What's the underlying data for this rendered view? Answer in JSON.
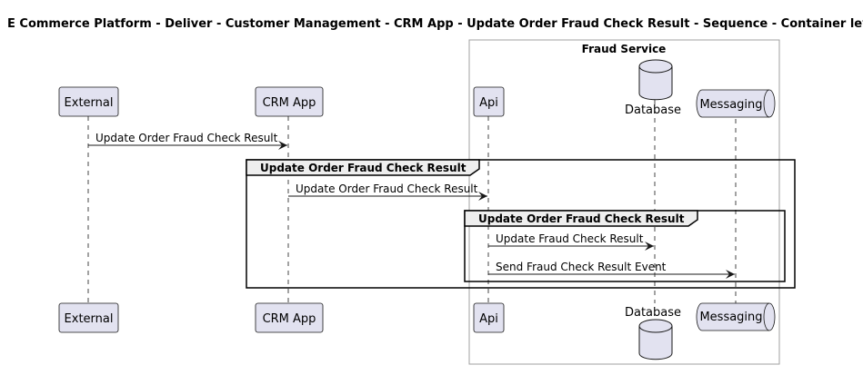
{
  "title": "E Commerce Platform - Deliver - Customer Management - CRM App - Update Order Fraud Check Result - Sequence - Container level",
  "box": {
    "label": "Fraud Service"
  },
  "participants": {
    "external": "External",
    "crm_app": "CRM App",
    "api": "Api",
    "database": "Database",
    "messaging": "Messaging"
  },
  "messages": {
    "m1": "Update Order Fraud Check Result",
    "m2": "Update Order Fraud Check Result",
    "m3": "Update Fraud Check Result",
    "m4": "Send Fraud Check Result Event"
  },
  "groups": {
    "outer": "Update Order Fraud Check Result",
    "inner": "Update Order Fraud Check Result"
  },
  "colors": {
    "participant_fill": "#E2E2F0",
    "participant_stroke": "#181818",
    "lifeline": "#181818",
    "box_stroke": "#A0A0A0",
    "group_header": "#EEEEEE"
  }
}
